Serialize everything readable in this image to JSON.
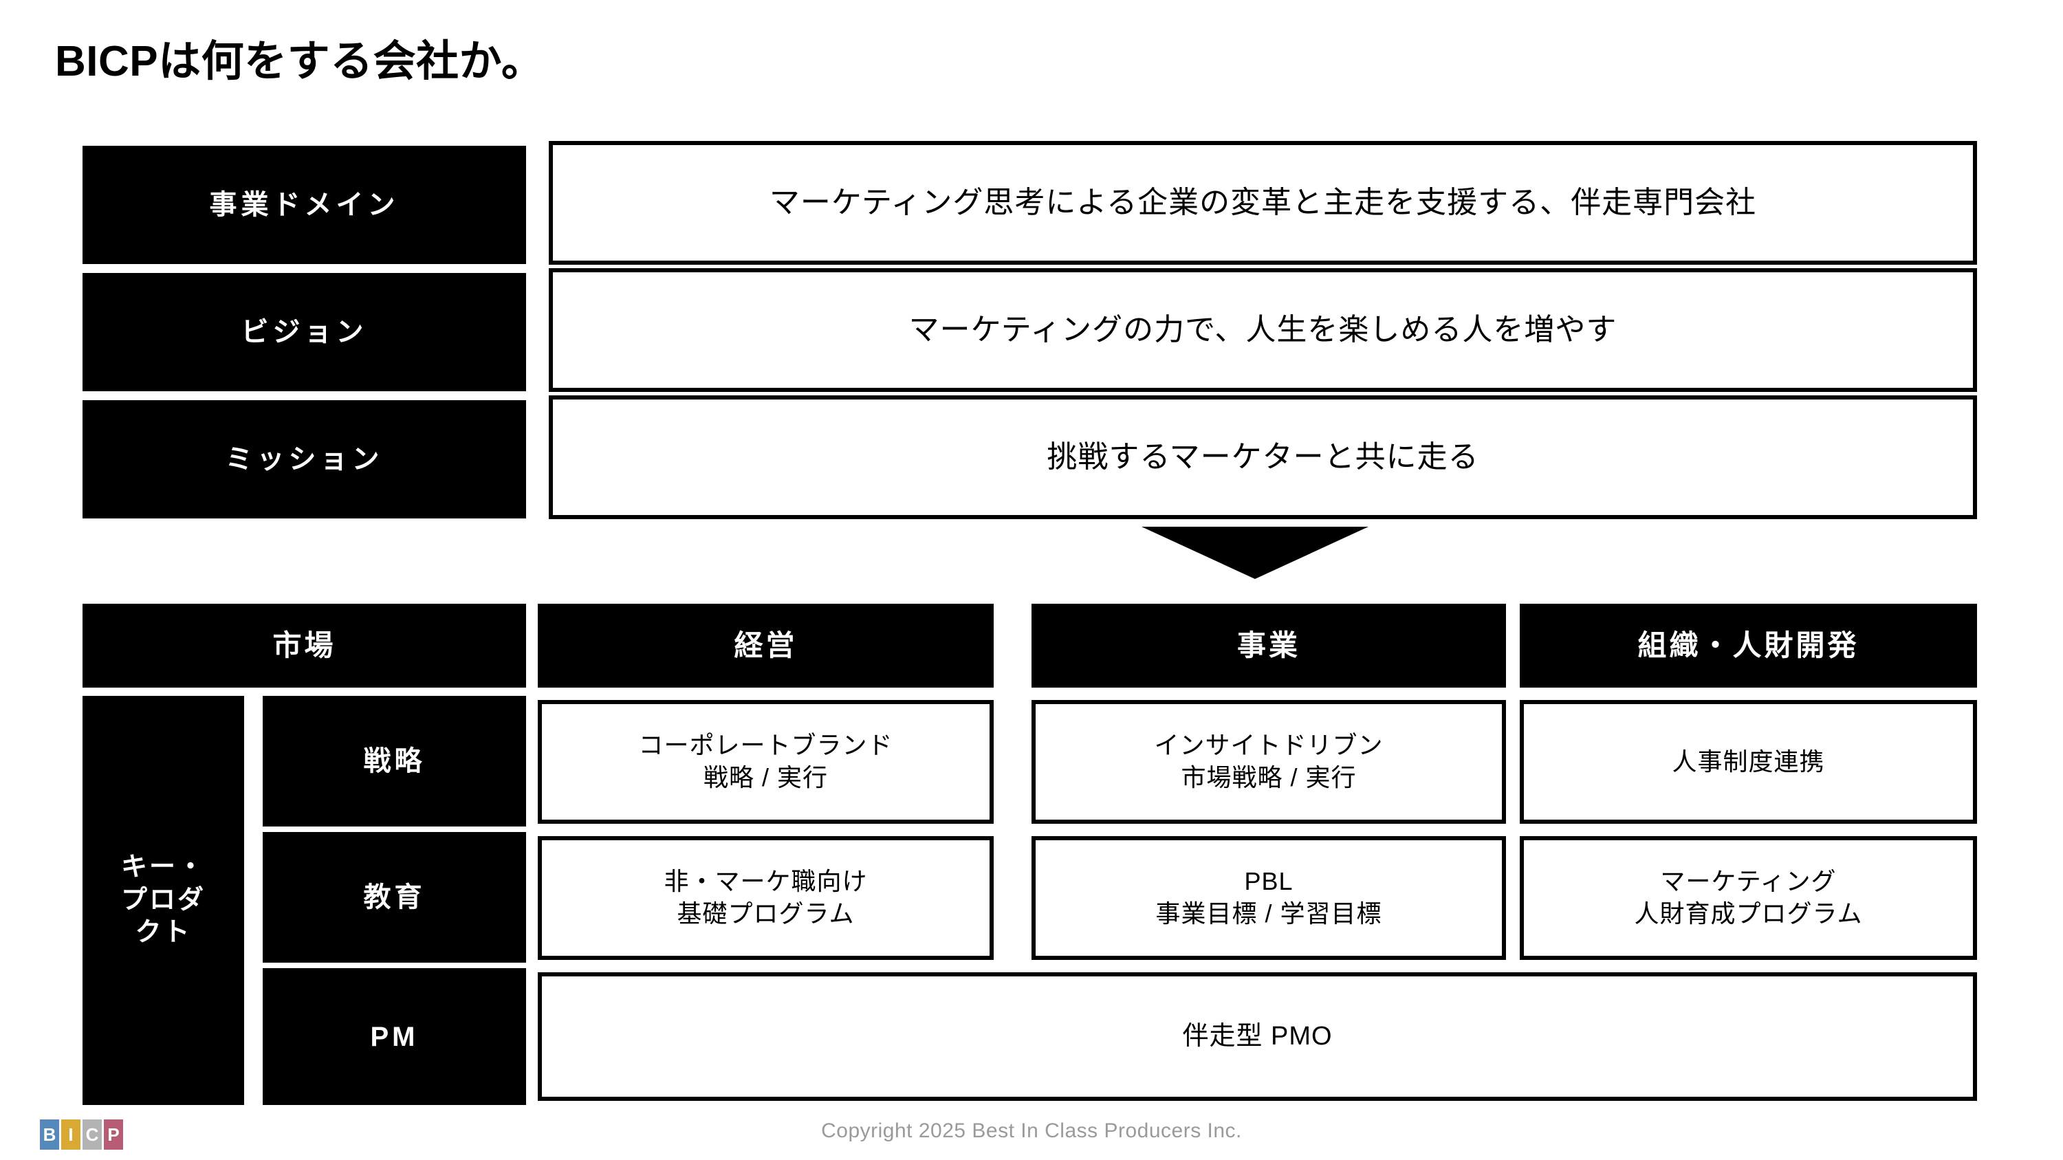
{
  "slide": {
    "title": "BICPは何をする会社か。"
  },
  "identity": {
    "rows": [
      {
        "label": "事業ドメイン",
        "value": "マーケティング思考による企業の変革と主走を支援する、伴走専門会社"
      },
      {
        "label": "ビジョン",
        "value": "マーケティングの力で、人生を楽しめる人を増やす"
      },
      {
        "label": "ミッション",
        "value": "挑戦するマーケターと共に走る"
      }
    ]
  },
  "connector": {
    "icon": "down-arrow"
  },
  "matrix": {
    "column_headers": [
      "市場",
      "経営",
      "事業",
      "組織・人財開発"
    ],
    "sidebar_label_lines": [
      "キー・",
      "プロダ",
      "クト"
    ],
    "row_labels": [
      "戦略",
      "教育",
      "PM"
    ],
    "cells": {
      "strategy": [
        {
          "line1": "コーポレートブランド",
          "line2": "戦略 / 実行"
        },
        {
          "line1": "インサイトドリブン",
          "line2": "市場戦略 / 実行"
        },
        {
          "line1": "人事制度連携",
          "line2": ""
        }
      ],
      "education": [
        {
          "line1": "非・マーケ職向け",
          "line2": "基礎プログラム"
        },
        {
          "line1": "PBL",
          "line2": "事業目標 / 学習目標"
        },
        {
          "line1": "マーケティング",
          "line2": "人財育成プログラム"
        }
      ],
      "pm": {
        "value": "伴走型 PMO"
      }
    }
  },
  "footer": {
    "logo_letters": [
      "B",
      "I",
      "C",
      "P"
    ],
    "logo_colors": [
      "#5588bb",
      "#d9a933",
      "#b3b3b3",
      "#b85c76"
    ],
    "copyright": "Copyright 2025 Best In Class Producers Inc."
  },
  "theme": {
    "ink": "#000000",
    "paper": "#ffffff",
    "muted": "#9a9a9a"
  }
}
